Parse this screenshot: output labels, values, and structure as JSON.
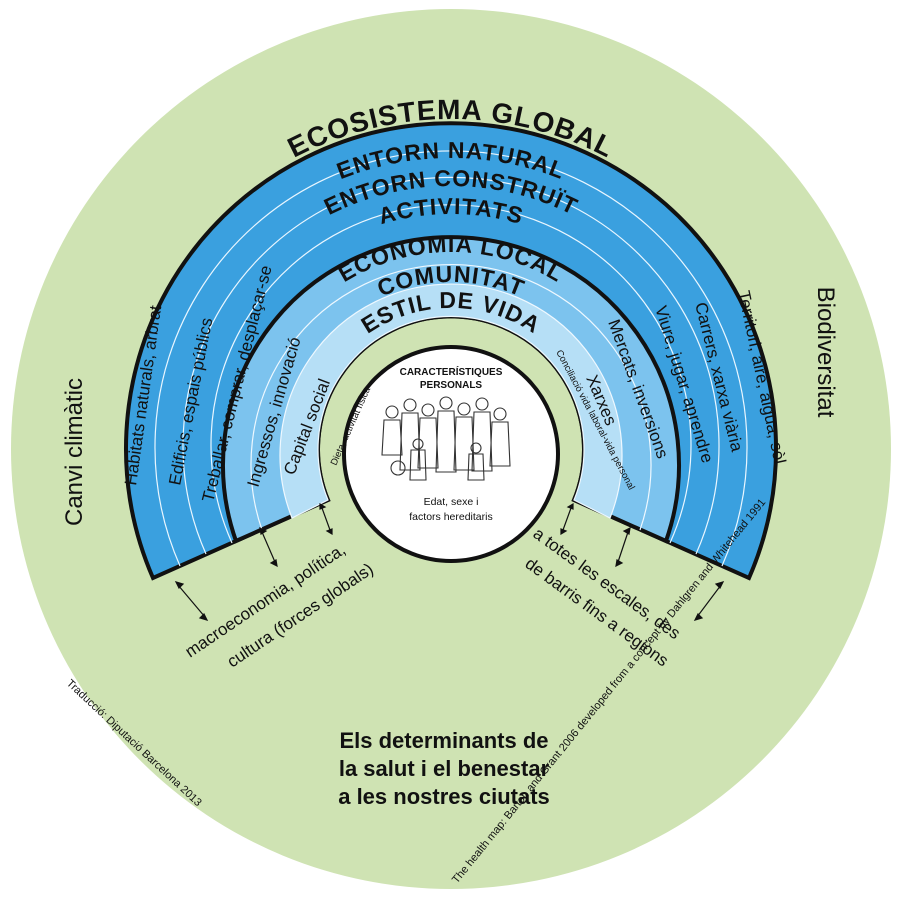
{
  "colors": {
    "outer_green": "#cfe3b3",
    "dark_blue": "#3aa0df",
    "mid_blue": "#7cc3ee",
    "light_blue": "#b6dff6",
    "center_white": "#ffffff",
    "outline": "#111111"
  },
  "outer": {
    "title": "ECOSISTEMA GLOBAL",
    "left_label": "Canvi climàtic",
    "right_label": "Biodiversitat"
  },
  "bands": {
    "natural": "ENTORN NATURAL",
    "built": "ENTORN CONSTRUÏT",
    "activities": "ACTIVITATS",
    "economy": "ECONOMIA LOCAL",
    "community": "COMUNITAT",
    "lifestyle": "ESTIL DE VIDA"
  },
  "sectors_left": {
    "habitats": "Hàbitats naturals, arbrat",
    "buildings": "Edificis, espais públics",
    "work": "Treballar, comprar, desplaçar-se",
    "income": "Ingressos, innovació",
    "social": "Capital social",
    "diet": "Dieta, activitat física"
  },
  "sectors_right": {
    "territory": "Territori, aire, aigua, sòl",
    "streets": "Carrers, xarxa viària",
    "living": "Viure, jugar, aprendre",
    "markets": "Mercats, inversions",
    "networks": "Xarxes",
    "balance": "Conciliació vida laboral-vida personal"
  },
  "center": {
    "title_line1": "CARACTERÍSTIQUES",
    "title_line2": "PERSONALS",
    "footer_line1": "Edat, sexe i",
    "footer_line2": "factors hereditaris",
    "people_icon": "people-group-icon"
  },
  "arrow_labels": {
    "left_line1": "macroeconomia, política,",
    "left_line2": "cultura (forces globals)",
    "right_line1": "a totes les escales, des",
    "right_line2": "de barris fins a regions"
  },
  "heading": {
    "line1": "Els determinants de",
    "line2": "la salut i el benestar",
    "line3": "a les nostres ciutats"
  },
  "credits": {
    "translation": "Traducció: Diputació Barcelona 2013",
    "source": "The health map: Barton and Grant 2006 developed from a concept by Dahlgren and Whitehead 1991"
  }
}
